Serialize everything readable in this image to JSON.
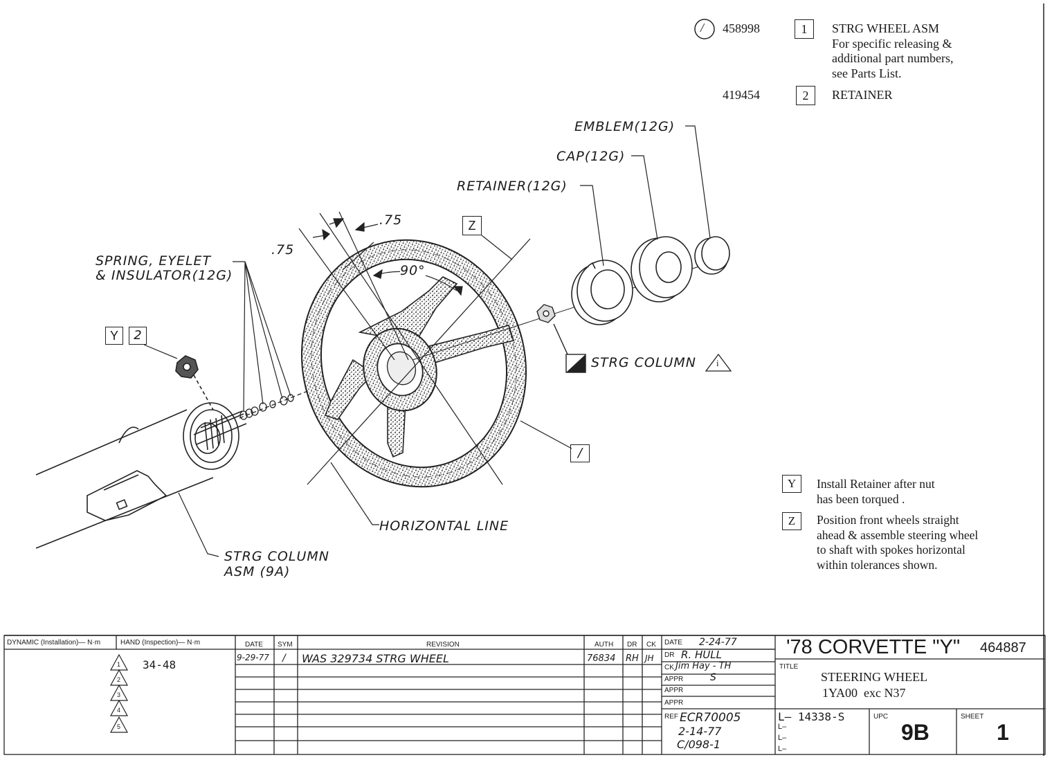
{
  "parts": [
    {
      "circle_sym": "/",
      "number": "458998",
      "box": "1",
      "lines": [
        "STRG WHEEL ASM",
        "For specific releasing &",
        "additional part numbers,",
        "see Parts List."
      ]
    },
    {
      "number": "419454",
      "box": "2",
      "lines": [
        "RETAINER"
      ]
    }
  ],
  "callouts": {
    "emblem": "EMBLEM(12G)",
    "cap": "CAP(12G)",
    "retainer": "RETAINER(12G)",
    "spring_1": "SPRING, EYELET",
    "spring_2": "& INSULATOR(12G)",
    "strg_column": "STRG COLUMN",
    "strg_column_sym": "i",
    "strg_column_asm_1": "STRG COLUMN",
    "strg_column_asm_2": "ASM (9A)",
    "horizontal_line": "HORIZONTAL LINE",
    "dim_75_a": ".75",
    "dim_75_b": ".75",
    "angle": "90°",
    "z_box": "Z",
    "y_box": "Y",
    "two_box": "2",
    "one_box": "/"
  },
  "notes": [
    {
      "key": "Y",
      "lines": [
        "Install Retainer after nut",
        "has been torqued ."
      ]
    },
    {
      "key": "Z",
      "lines": [
        "Position front wheels straight",
        "ahead & assemble steering wheel",
        "to shaft with spokes horizontal",
        "within tolerances shown."
      ]
    }
  ],
  "title_block": {
    "dynamic_header": "DYNAMIC (Installation)— N·m",
    "hand_header": "HAND (Inspection)— N·m",
    "torque_value": "34-48",
    "torque_symbols": [
      "1",
      "2",
      "3",
      "4",
      "5"
    ],
    "col_date": "DATE",
    "col_sym": "SYM",
    "col_revision": "REVISION",
    "col_auth": "AUTH",
    "col_dr": "DR",
    "col_ck": "CK",
    "rev_date": "9-29-77",
    "rev_sym": "/",
    "rev_text": "WAS 329734 STRG WHEEL",
    "rev_auth": "76834",
    "rev_dr": "RH",
    "rev_ck": "JH",
    "date_label": "DATE",
    "date_value": "2-24-77",
    "dr_label": "DR",
    "dr_value": "R. HULL",
    "ck_label": "CK",
    "ck_value": "Jim Hay - TH",
    "appr_label": "APPR",
    "appr_value": "S",
    "ref_label": "REF",
    "ref_lines": [
      "ECR70005",
      "2-14-77",
      "C/098-1"
    ],
    "model": "'78 CORVETTE \"Y\"",
    "drawing_no": "464887",
    "title_label": "TITLE",
    "title_lines": [
      "STEERING WHEEL",
      "1YA00  exc N37"
    ],
    "l_value": "L– 14338-S",
    "l_prefix": "L–",
    "upc_label": "UPC",
    "upc_value": "9B",
    "sheet_label": "SHEET",
    "sheet_value": "1"
  }
}
